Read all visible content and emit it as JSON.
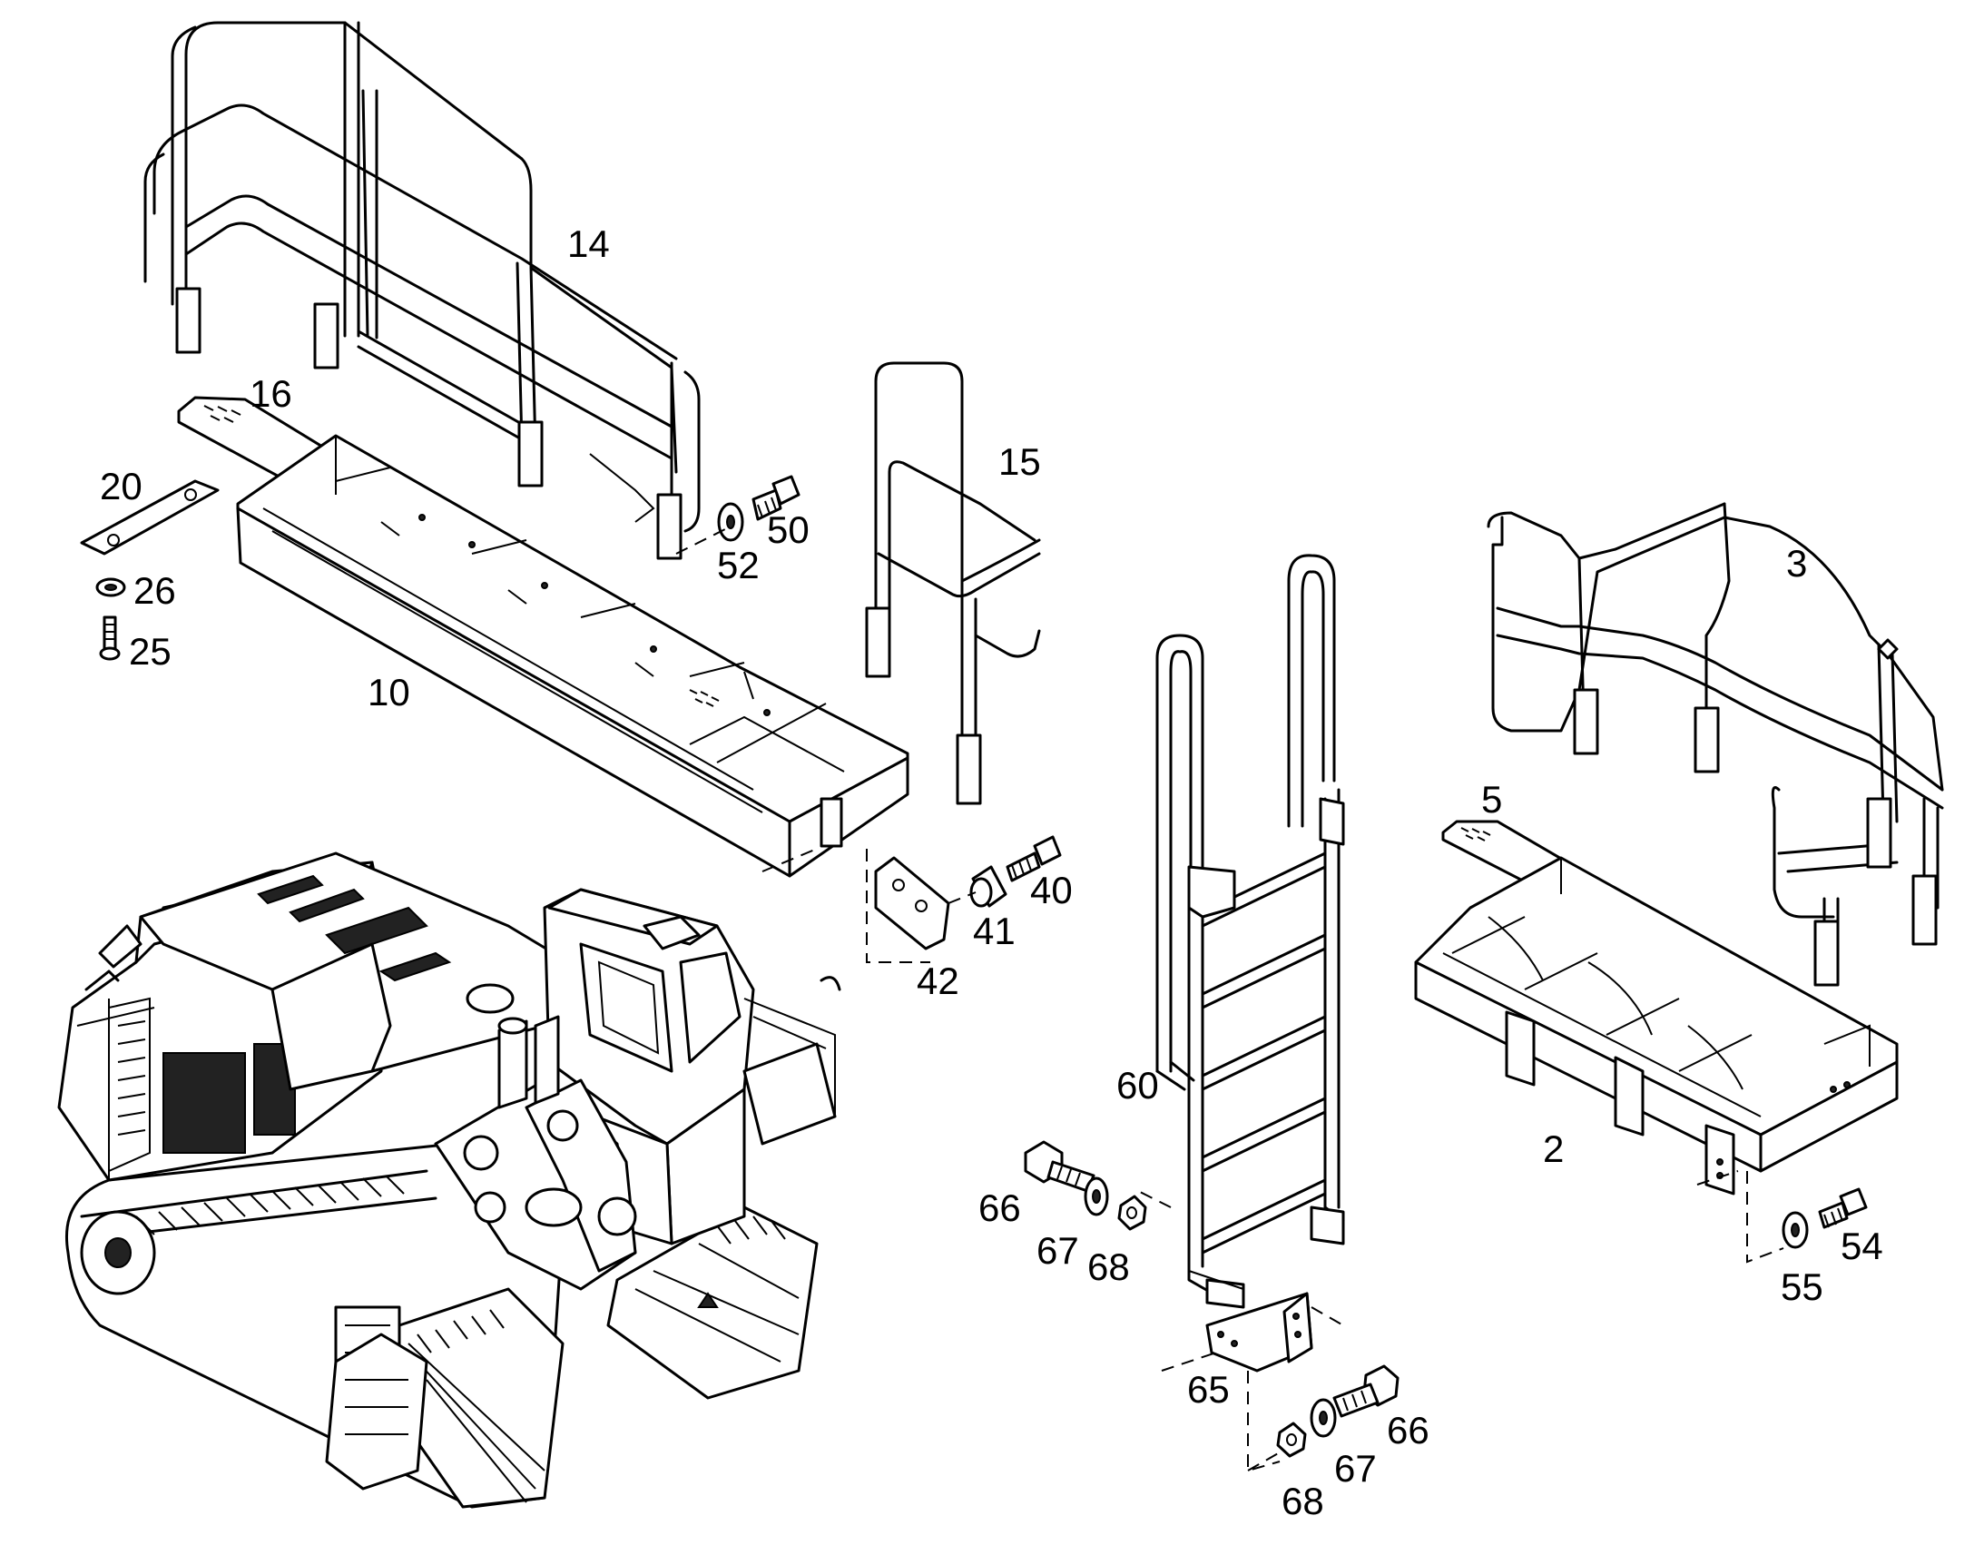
{
  "callouts": [
    {
      "id": "c14",
      "text": "14"
    },
    {
      "id": "c16",
      "text": "16"
    },
    {
      "id": "c20",
      "text": "20"
    },
    {
      "id": "c26",
      "text": "26"
    },
    {
      "id": "c25",
      "text": "25"
    },
    {
      "id": "c10",
      "text": "10"
    },
    {
      "id": "c52",
      "text": "52"
    },
    {
      "id": "c50",
      "text": "50"
    },
    {
      "id": "c15",
      "text": "15"
    },
    {
      "id": "c40",
      "text": "40"
    },
    {
      "id": "c41",
      "text": "41"
    },
    {
      "id": "c42",
      "text": "42"
    },
    {
      "id": "c60",
      "text": "60"
    },
    {
      "id": "c66a",
      "text": "66"
    },
    {
      "id": "c67a",
      "text": "67"
    },
    {
      "id": "c68a",
      "text": "68"
    },
    {
      "id": "c65",
      "text": "65"
    },
    {
      "id": "c66b",
      "text": "66"
    },
    {
      "id": "c67b",
      "text": "67"
    },
    {
      "id": "c68b",
      "text": "68"
    },
    {
      "id": "c3",
      "text": "3"
    },
    {
      "id": "c5",
      "text": "5"
    },
    {
      "id": "c2",
      "text": "2"
    },
    {
      "id": "c54",
      "text": "54"
    },
    {
      "id": "c55",
      "text": "55"
    }
  ]
}
